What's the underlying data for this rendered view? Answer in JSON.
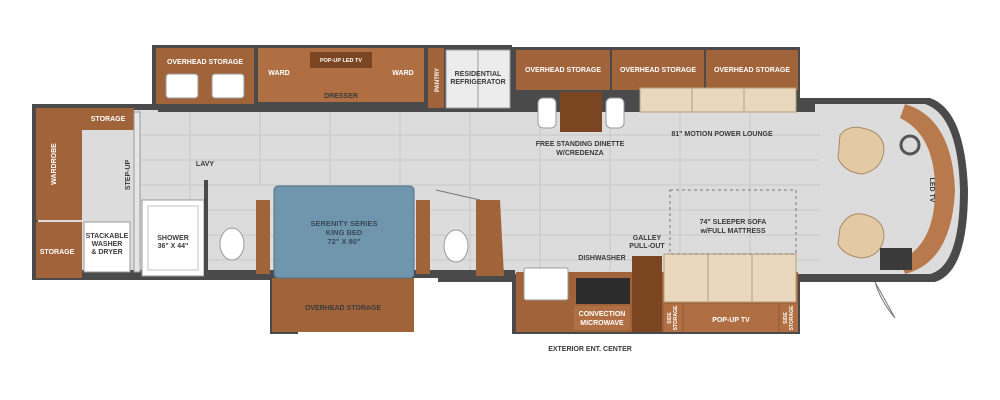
{
  "labels": {
    "overhead_storage_rear": "OVERHEAD STORAGE",
    "ward_left": "WARD",
    "popup_led_tv": "POP-UP LED TV",
    "ward_right": "WARD",
    "dresser": "DRESSER",
    "pantry": "PANTRY",
    "residential_refrigerator_1": "RESIDENTIAL",
    "residential_refrigerator_2": "REFRIGERATOR",
    "overhead_storage_1": "OVERHEAD STORAGE",
    "overhead_storage_2": "OVERHEAD STORAGE",
    "overhead_storage_3": "OVERHEAD STORAGE",
    "storage_top": "STORAGE",
    "wardrobe": "WARDROBE",
    "step_up": "STEP-UP",
    "lavy": "LAVY",
    "storage_bottom": "STORAGE",
    "washer_dryer_1": "STACKABLE",
    "washer_dryer_2": "WASHER",
    "washer_dryer_3": "& DRYER",
    "shower_1": "SHOWER",
    "shower_2": "36\" X 44\"",
    "bed_1": "SERENITY SERIES",
    "bed_2": "KING BED",
    "bed_3": "72\" X 80\"",
    "overhead_storage_bedroom": "OVERHEAD STORAGE",
    "dinette_1": "FREE STANDING DINETTE",
    "dinette_2": "W/CREDENZA",
    "motion_lounge": "81\" MOTION POWER LOUNGE",
    "led_tv": "LED TV",
    "galley_1": "GALLEY",
    "galley_2": "PULL-OUT",
    "dishwasher": "DISHWASHER",
    "sleeper_sofa_1": "74\" SLEEPER SOFA",
    "sleeper_sofa_2": "w/FULL MATTRESS",
    "convection_1": "CONVECTION",
    "convection_2": "MICROWAVE",
    "side_storage_left_1": "SIDE",
    "side_storage_left_2": "STORAGE",
    "popup_tv": "POP-UP TV",
    "side_storage_right_1": "SIDE",
    "side_storage_right_2": "STORAGE",
    "exterior_ent_center": "EXTERIOR ENT. CENTER"
  },
  "colors": {
    "cabinet": "#a0633a",
    "floor": "#dcdcdc",
    "bed": "#6f96ad",
    "wall": "#4a4a4a",
    "sofa": "#e9d8bd"
  }
}
